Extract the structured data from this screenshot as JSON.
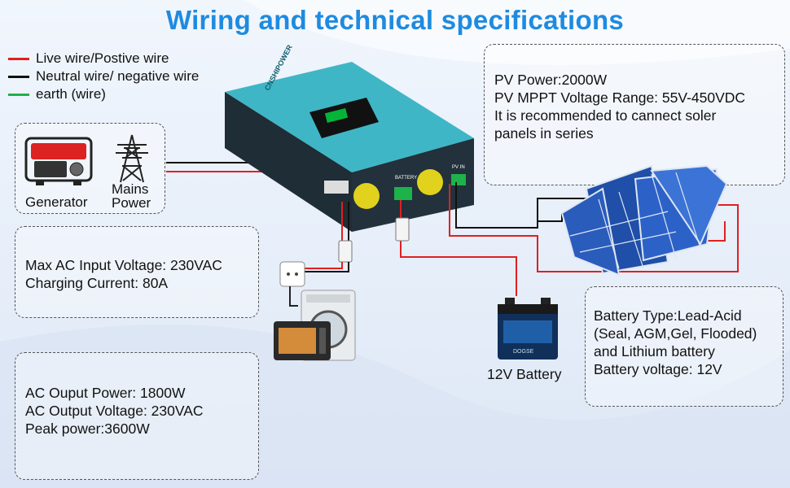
{
  "title": "Wiring and technical specifications",
  "legend": [
    {
      "label": "Live wire/Postive wire",
      "color": "#e02020"
    },
    {
      "label": "Neutral wire/ negative wire",
      "color": "#111111"
    },
    {
      "label": "earth (wire)",
      "color": "#22b04a"
    }
  ],
  "sources": {
    "generator_label": "Generator",
    "mains_label_line1": "Mains",
    "mains_label_line2": "Power"
  },
  "ac_input_spec": [
    "Max AC Input Voltage: 230VAC",
    "Charging Current: 80A"
  ],
  "ac_output_spec": [
    "AC Ouput Power: 1800W",
    "AC Output Voltage: 230VAC",
    "Peak power:3600W"
  ],
  "pv_spec": [
    "PV Power:2000W",
    "PV MPPT Voltage Range: 55V-450VDC",
    "It is recommended to cannect soler",
    "panels in series"
  ],
  "battery_spec": [
    "Battery Type:Lead-Acid",
    "(Seal, AGM,Gel, Flooded)",
    "and Lithium battery",
    "Battery voltage: 12V"
  ],
  "battery_label": "12V Battery",
  "inverter": {
    "brand": "CNSHIPOWER",
    "battery_port_label": "BATTERY",
    "pv_port_label": "PV IN",
    "battery_label_text": "DOGSE"
  },
  "colors": {
    "title": "#1e8be0",
    "live": "#e02020",
    "neutral": "#111111",
    "earth": "#22b04a",
    "inverter_top": "#3fb6c6",
    "inverter_body": "#1c2a33"
  }
}
